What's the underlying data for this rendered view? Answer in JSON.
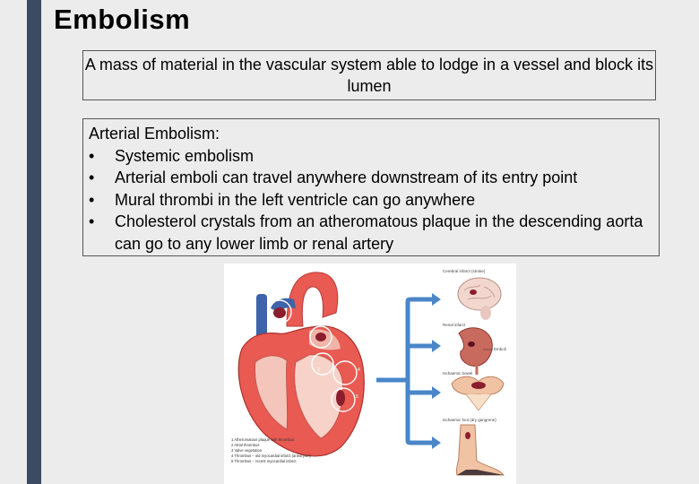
{
  "slide": {
    "title": "Embolism",
    "definition": "A mass of material in the vascular system able to lodge in a vessel and block its lumen",
    "arterial": {
      "heading": "Arterial Embolism:",
      "bullet_symbol": "•",
      "items": [
        "Systemic embolism",
        "Arterial emboli can travel anywhere downstream of its entry point",
        "Mural thrombi in the left ventricle can go anywhere",
        "Cholesterol crystals from an atheromatous plaque in the descending aorta can go to any lower limb or renal artery"
      ]
    }
  },
  "figure": {
    "organ_labels": [
      "Cerebral infarct (stroke)",
      "Renal infarct",
      "Ischaemic bowel",
      "Ischaemic foot (dry gangrene)"
    ],
    "emboli_label": "Emboli",
    "heart_numbers": [
      "1",
      "2",
      "3",
      "4",
      "5"
    ],
    "legend": [
      "1  Atheromatous plaque with thrombus",
      "2  Atrial thrombus",
      "3  Valve vegetation",
      "4  Thrombus – old myocardial infarct (aneurysm)",
      "5  Thrombus – recent myocardial infarct"
    ],
    "colors": {
      "heart_muscle": "#e85a52",
      "vessel_blue": "#3d63a8",
      "arrow_blue": "#4a86c8",
      "thrombus": "#8b1e2e"
    }
  }
}
